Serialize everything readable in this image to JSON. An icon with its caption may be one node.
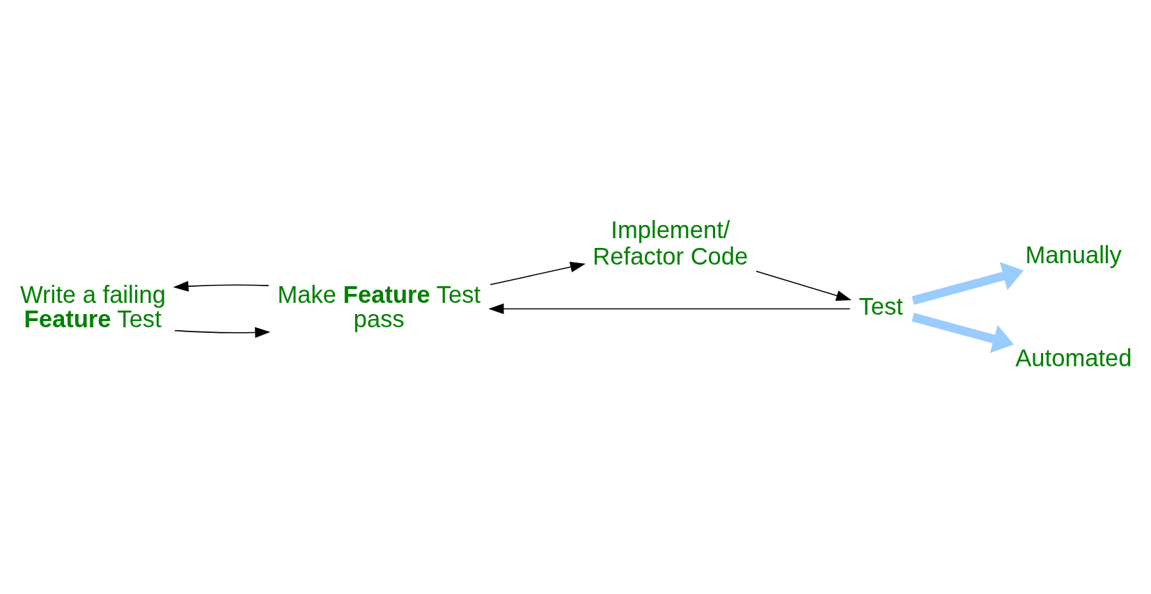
{
  "diagram": {
    "nodes": [
      {
        "text": [
          "Write a failing **Feature** Test"
        ]
      },
      {
        "text": [
          "Make **Feature** Test pass"
        ]
      },
      {
        "text": [
          "Implement/ Refactor Code"
        ]
      },
      {
        "text": [
          "Test"
        ]
      },
      {
        "text": [
          "Manually"
        ]
      },
      {
        "text": [
          "Automated"
        ]
      }
    ],
    "edges": [
      {
        "from": 0,
        "to": 1,
        "arrow": "to"
      },
      {
        "from": 1,
        "to": 2,
        "arrow": "to"
      },
      {
        "from": 2,
        "to": 3,
        "arrow": "to"
      },
      {
        "from": 3,
        "to": 1,
        "arrow": "to"
      },
      {
        "from": 1,
        "to": 0,
        "arrow": "to"
      },
      {
        "from": 3,
        "to": 4,
        "arrow": "to",
        "style": "thick",
        "color": "#99ccff"
      },
      {
        "from": 3,
        "to": 5,
        "arrow": "to",
        "style": "thick",
        "color": "#99ccff"
      }
    ]
  }
}
